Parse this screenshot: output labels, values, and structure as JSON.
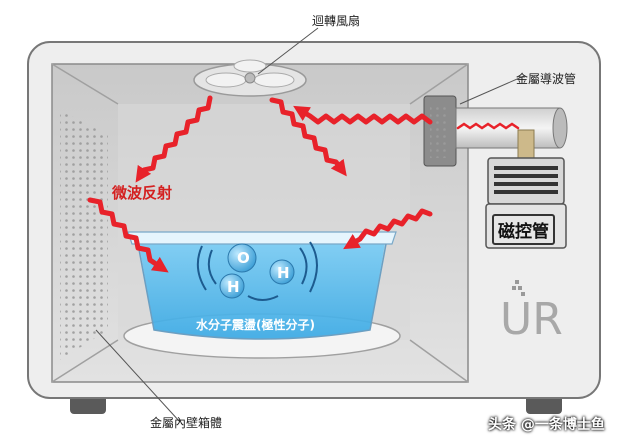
{
  "labels": {
    "fan": "迴轉風扇",
    "waveguide": "金屬導波管",
    "microwave": "微波反射",
    "magnetron": "磁控管",
    "water": "水分子震盪(極性分子)",
    "wall": "金屬內壁箱體",
    "logo": "UR",
    "watermark": "头条 @一条博士鱼"
  },
  "molecule": {
    "o": "O",
    "h1": "H",
    "h2": "H"
  },
  "colors": {
    "wave": "#e8222a",
    "water": "#4cb8ee",
    "body": "#ececec",
    "cavity": "#d7d7d7"
  }
}
